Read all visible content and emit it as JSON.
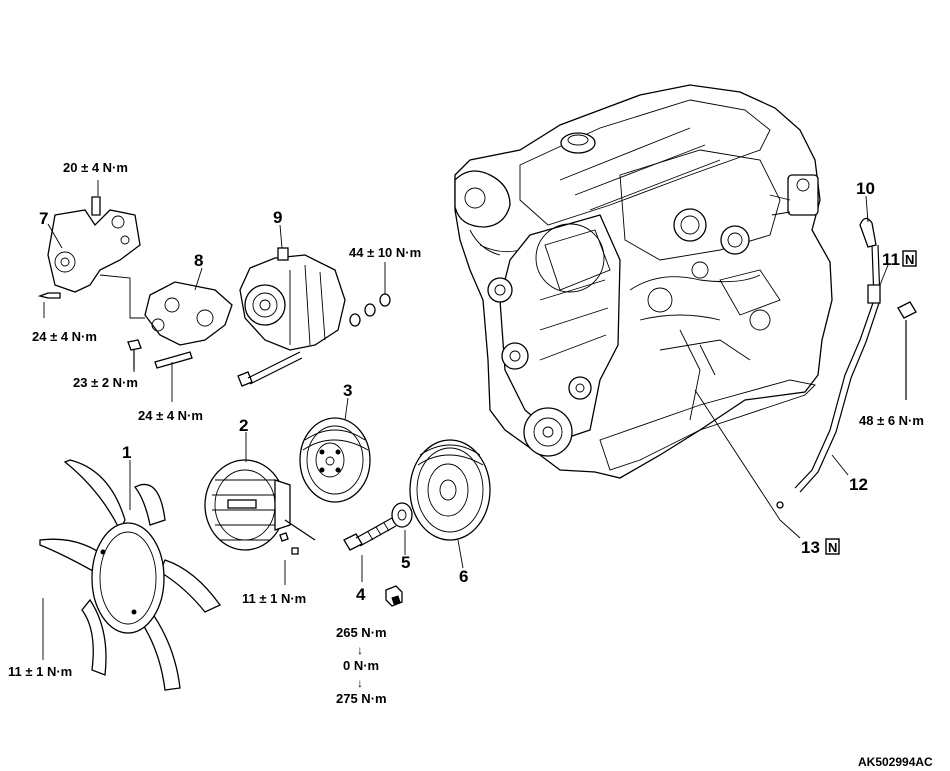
{
  "figure_id": "AK502994AC",
  "callouts": [
    {
      "n": "1",
      "text": "1"
    },
    {
      "n": "2",
      "text": "2"
    },
    {
      "n": "3",
      "text": "3"
    },
    {
      "n": "4",
      "text": "4"
    },
    {
      "n": "5",
      "text": "5"
    },
    {
      "n": "6",
      "text": "6"
    },
    {
      "n": "7",
      "text": "7"
    },
    {
      "n": "8",
      "text": "8"
    },
    {
      "n": "9",
      "text": "9"
    },
    {
      "n": "10",
      "text": "10"
    },
    {
      "n": "11",
      "text": "11"
    },
    {
      "n": "12",
      "text": "12"
    },
    {
      "n": "13",
      "text": "13"
    }
  ],
  "new_part_mark": "N",
  "torques": {
    "t1": "20 ± 4 N·m",
    "t2": "24 ± 4 N·m",
    "t3": "23 ± 2 N·m",
    "t4": "24 ± 4 N·m",
    "t5": "44 ± 10 N·m",
    "t6": "11 ± 1 N·m",
    "t7": "11 ± 1 N·m",
    "t8": "48 ± 6 N·m"
  },
  "crank_bolt_sequence": [
    "265 N·m",
    "0 N·m",
    "275 N·m"
  ],
  "arrow_glyph": "↓"
}
